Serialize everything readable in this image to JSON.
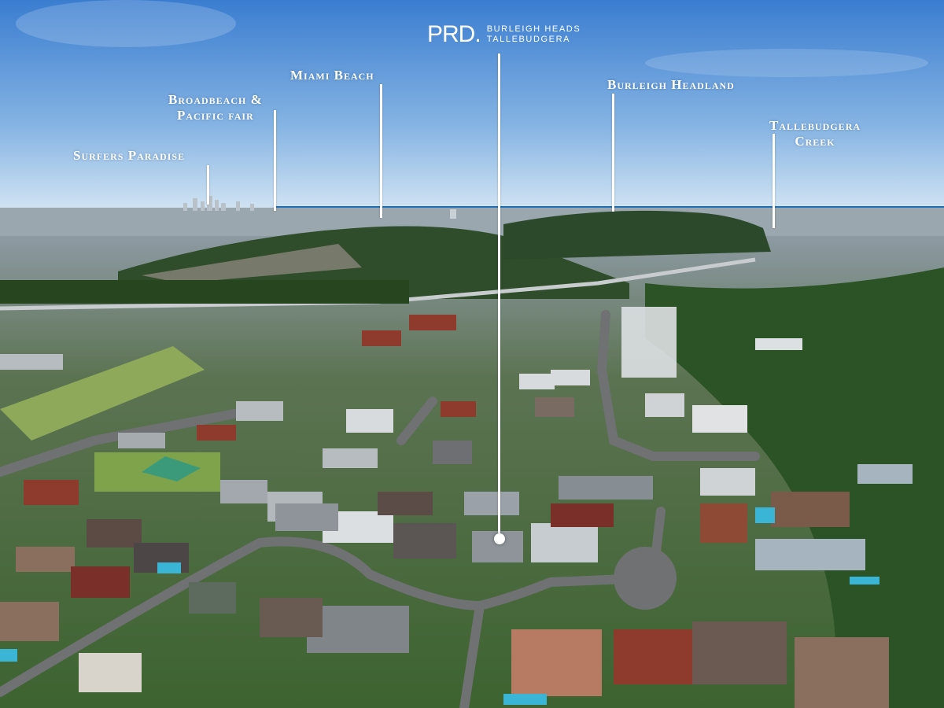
{
  "logo": {
    "brand": "PRD.",
    "office_line1": "BURLEIGH HEADS",
    "office_line2": "TALLEBUDGERA"
  },
  "labels": {
    "surfers_paradise": "Surfers Paradise",
    "broadbeach_line1": "Broadbeach &",
    "broadbeach_line2": "Pacific fair",
    "miami_beach": "Miami Beach",
    "burleigh_headland": "Burleigh Headland",
    "tallebudgera_line1": "Tallebudgera",
    "tallebudgera_line2": "Creek"
  },
  "colors": {
    "sky_top": "#3d7fd1",
    "sky_horizon": "#cfe2f2",
    "ocean": "#1f6fb5",
    "vegetation": "#2f5a2a",
    "roof_red": "#8e3a2c",
    "roof_grey": "#9aa1a8",
    "road": "#6b6d6f",
    "label_text": "#ffffff"
  }
}
